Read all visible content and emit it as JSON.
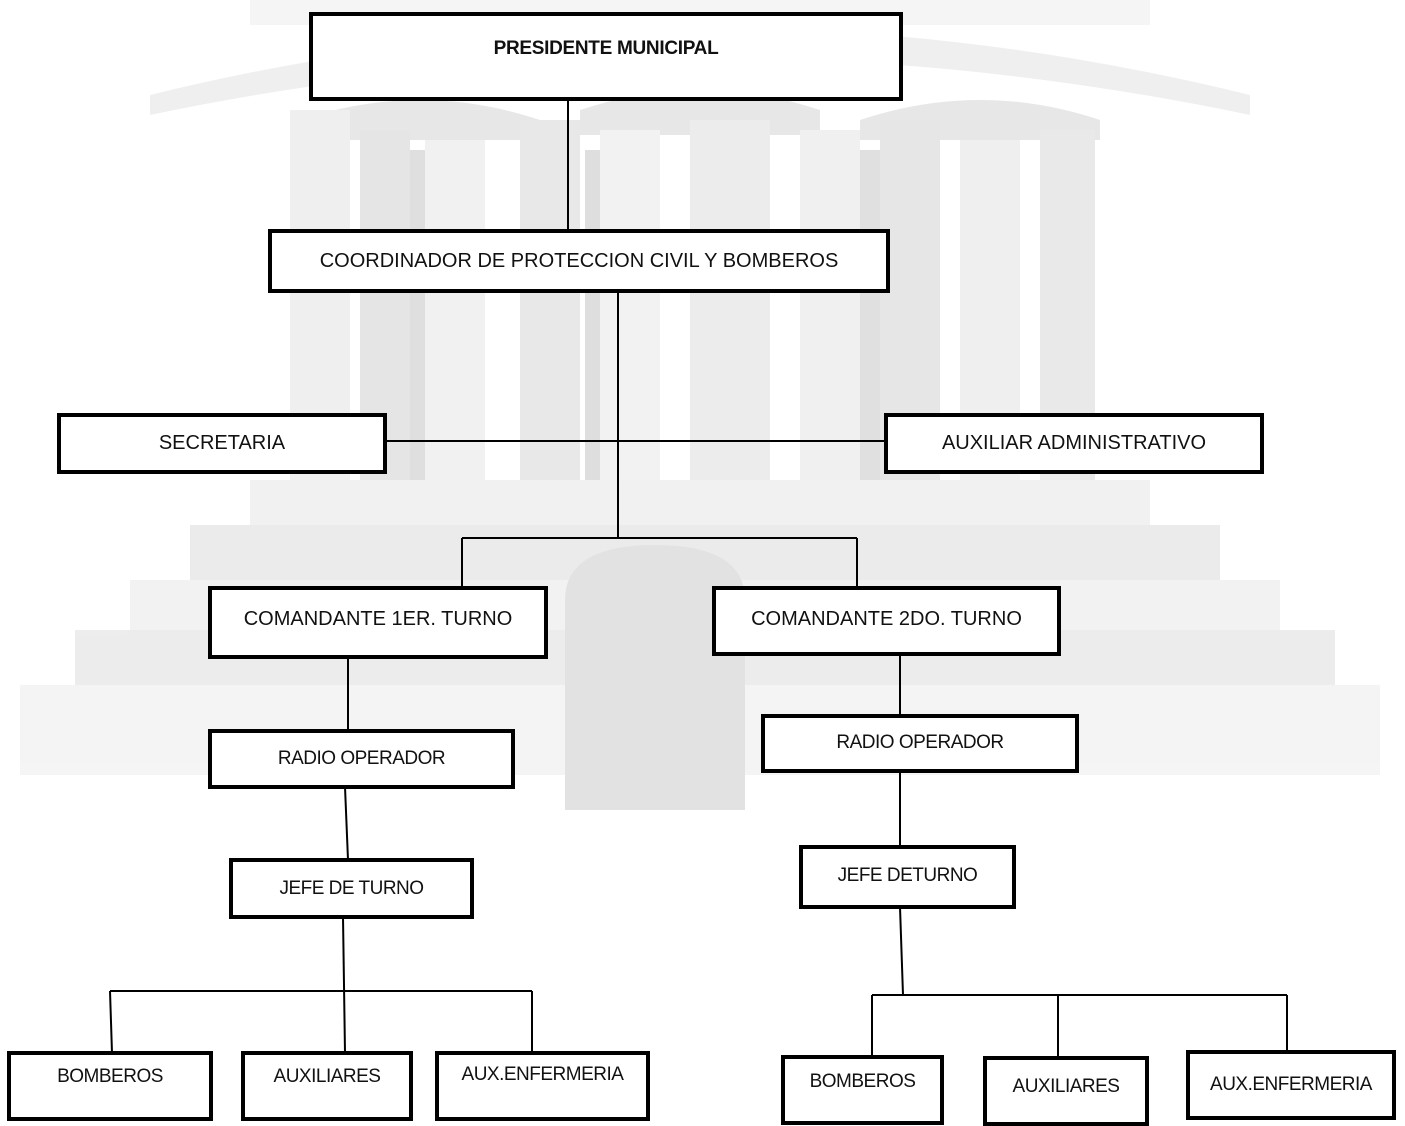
{
  "org_chart": {
    "president": "PRESIDENTE MUNICIPAL",
    "coordinator": "COORDINADOR DE PROTECCION CIVIL Y BOMBEROS",
    "secretary": "SECRETARIA",
    "admin_assistant": "AUXILIAR ADMINISTRATIVO",
    "shift1": {
      "commander": "COMANDANTE 1ER. TURNO",
      "radio": "RADIO OPERADOR",
      "chief": "JEFE DE TURNO",
      "staff": [
        "BOMBEROS",
        "AUXILIARES",
        "AUX.ENFERMERIA"
      ]
    },
    "shift2": {
      "commander": "COMANDANTE 2DO. TURNO",
      "radio": "RADIO OPERADOR",
      "chief": "JEFE DETURNO",
      "staff": [
        "BOMBEROS",
        "AUXILIARES",
        "AUX.ENFERMERIA"
      ]
    }
  },
  "colors": {
    "box_border": "#000000",
    "box_fill": "#ffffff",
    "watermark": "#d9d9d9"
  },
  "background_image": "watermark-building-columns-and-steps"
}
